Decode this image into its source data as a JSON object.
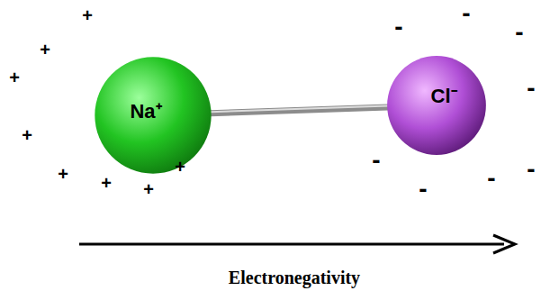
{
  "diagram": {
    "nodes": [
      {
        "text": [
          "Na⁺"
        ]
      },
      {
        "text": [
          "Cl⁻"
        ]
      }
    ],
    "edges": [
      {
        "from": 0,
        "to": 1,
        "arrow": "none"
      }
    ],
    "labels": [
      "+",
      "+",
      "+",
      "+",
      "+",
      "+",
      "+",
      "+",
      "-",
      "-",
      "-",
      "-",
      "-",
      "-",
      "-",
      "-",
      "Electronegativity"
    ]
  }
}
